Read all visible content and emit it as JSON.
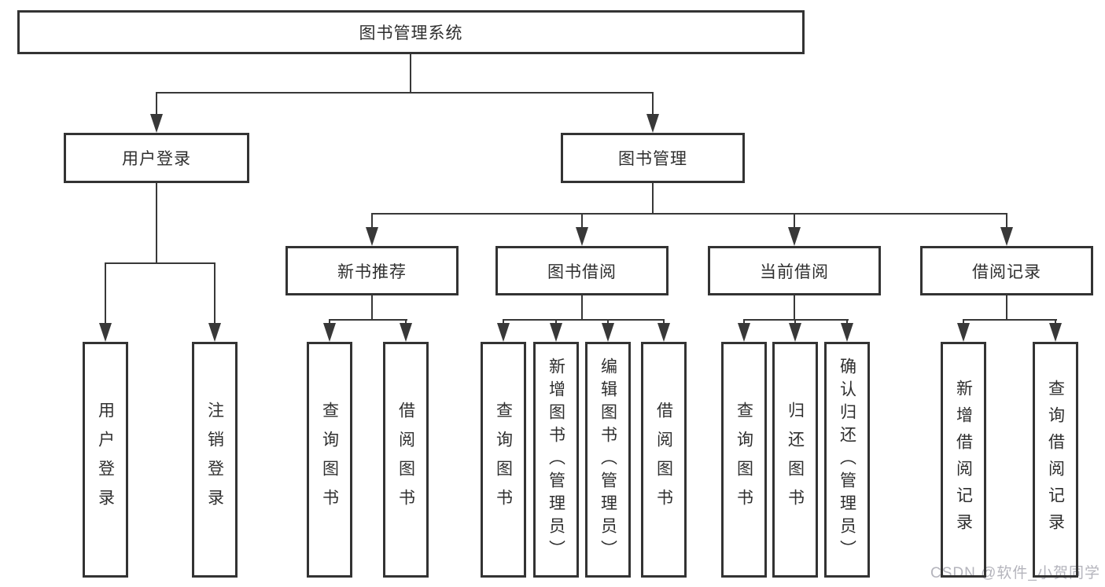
{
  "diagram": {
    "root": {
      "label": "图书管理系统"
    },
    "level2": [
      {
        "label": "用户登录"
      },
      {
        "label": "图书管理"
      }
    ],
    "level3": [
      {
        "label": "新书推荐"
      },
      {
        "label": "图书借阅"
      },
      {
        "label": "当前借阅"
      },
      {
        "label": "借阅记录"
      }
    ],
    "leaves": [
      {
        "label": "用户登录"
      },
      {
        "label": "注销登录"
      },
      {
        "label": "查询图书"
      },
      {
        "label": "借阅图书"
      },
      {
        "label": "查询图书"
      },
      {
        "label": "新增图书（管理员）"
      },
      {
        "label": "编辑图书（管理员）"
      },
      {
        "label": "借阅图书"
      },
      {
        "label": "查询图书"
      },
      {
        "label": "归还图书"
      },
      {
        "label": "确认归还（管理员）"
      },
      {
        "label": "新增借阅记录"
      },
      {
        "label": "查询借阅记录"
      }
    ],
    "colors": {
      "line": "#383838",
      "border": "#333333",
      "text": "#2f2f2f",
      "watermark": "#b4b4bc"
    }
  },
  "watermark": {
    "text": "CSDN @软件_小贺同学"
  }
}
